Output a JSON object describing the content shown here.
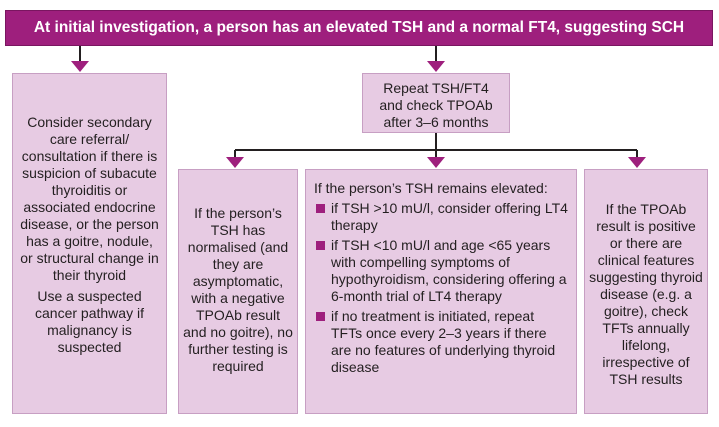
{
  "header": {
    "text": "At initial investigation, a person has an elevated TSH and a normal FT4, suggesting SCH"
  },
  "left_box": {
    "para1": "Consider secondary care referral/ consultation if there is suspicion of subacute thyroiditis or associated endocrine disease, or the person has a goitre, nodule, or structural change in their thyroid",
    "para2": "Use a suspected cancer pathway if malignancy is suspected"
  },
  "repeat_box": {
    "text": "Repeat TSH/FT4 and check TPOAb after 3–6 months"
  },
  "normalised_box": {
    "text": "If the person’s TSH has normalised (and they are asymptomatic, with a negative TPOAb result and no goitre), no further testing is required"
  },
  "elevated_box": {
    "intro": "If the person’s TSH remains elevated:",
    "bullets": [
      "if TSH >10 mU/l, consider offering LT4 therapy",
      "if TSH <10 mU/l and age <65 years with compelling symptoms of hypothyroidism, considering offering a 6-month trial of LT4 therapy",
      "if no treatment is initiated, repeat TFTs once every 2–3 years if there are no features of underlying thyroid disease"
    ]
  },
  "tpoab_box": {
    "text": "If the TPOAb result is positive or there are clinical features suggesting thyroid disease (e.g. a goitre), check TFTs annually lifelong, irrespective of TSH results"
  },
  "colors": {
    "header_fill": "#9e1f7d",
    "box_fill": "#e7cbe3",
    "arrow": "#9e1f7d",
    "line": "#231f20"
  }
}
